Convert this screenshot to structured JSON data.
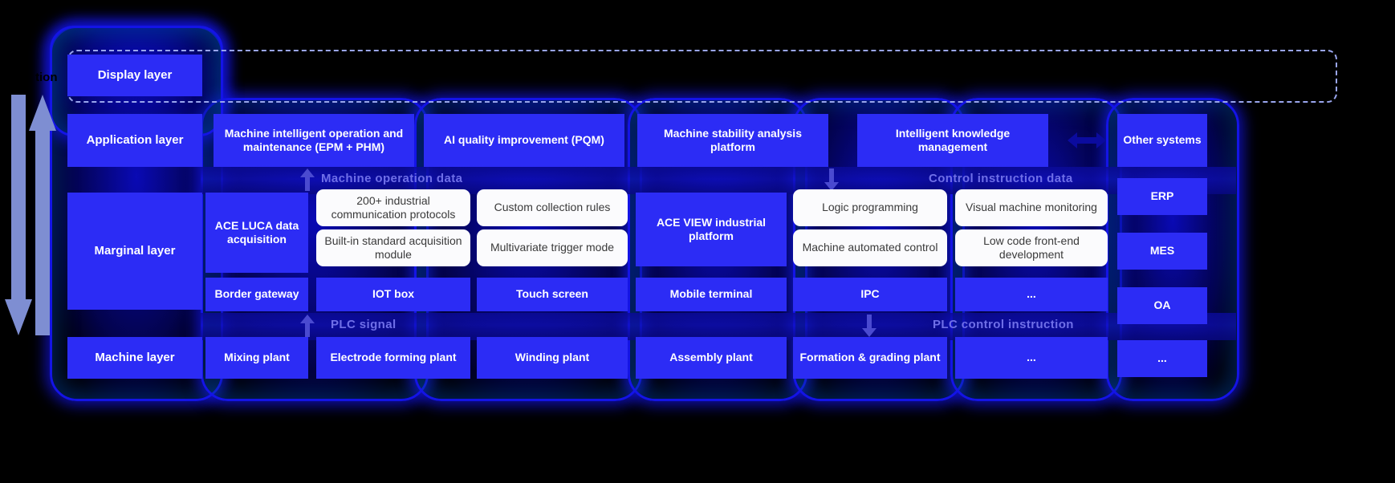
{
  "diagram": {
    "title_fragment": "tion",
    "side_arrows": [
      {
        "name": "downward-flow-arrow",
        "direction": "down",
        "color": "#7e8ed2"
      },
      {
        "name": "upward-flow-arrow",
        "direction": "up",
        "color": "#7e8ed2"
      }
    ],
    "accent_color": "#2c2cf5",
    "flow_label_color": "#6f6fe8",
    "white_box_color": "#fbfbfd"
  },
  "layers": {
    "display": {
      "label": "Display layer"
    },
    "application": {
      "label": "Application layer",
      "items": [
        "Machine intelligent operation and maintenance (EPM + PHM)",
        "AI quality improvement (PQM)",
        "Machine stability analysis platform",
        "Intelligent knowledge management"
      ]
    },
    "marginal": {
      "label": "Marginal layer",
      "left_platform": "ACE LUCA data acquisition",
      "right_platform": "ACE VIEW industrial platform",
      "left_features": [
        "200+ industrial communication protocols",
        "Custom collection rules",
        "Built-in standard acquisition module",
        "Multivariate trigger mode"
      ],
      "right_features": [
        "Logic programming",
        "Visual machine monitoring",
        "Machine automated control",
        "Low code front-end development"
      ],
      "devices": [
        "Border gateway",
        "IOT box",
        "Touch screen",
        "Mobile terminal",
        "IPC",
        "..."
      ]
    },
    "machine": {
      "label": "Machine layer",
      "plants": [
        "Mixing plant",
        "Electrode forming plant",
        "Winding plant",
        "Assembly plant",
        "Formation & grading plant",
        "..."
      ]
    },
    "external": {
      "label": "Other systems",
      "systems": [
        "ERP",
        "MES",
        "OA",
        "..."
      ]
    }
  },
  "flows": {
    "machine_operation_data": "Machine operation data",
    "control_instruction_data": "Control instruction data",
    "plc_signal": "PLC signal",
    "plc_control_instruction": "PLC control instruction"
  }
}
